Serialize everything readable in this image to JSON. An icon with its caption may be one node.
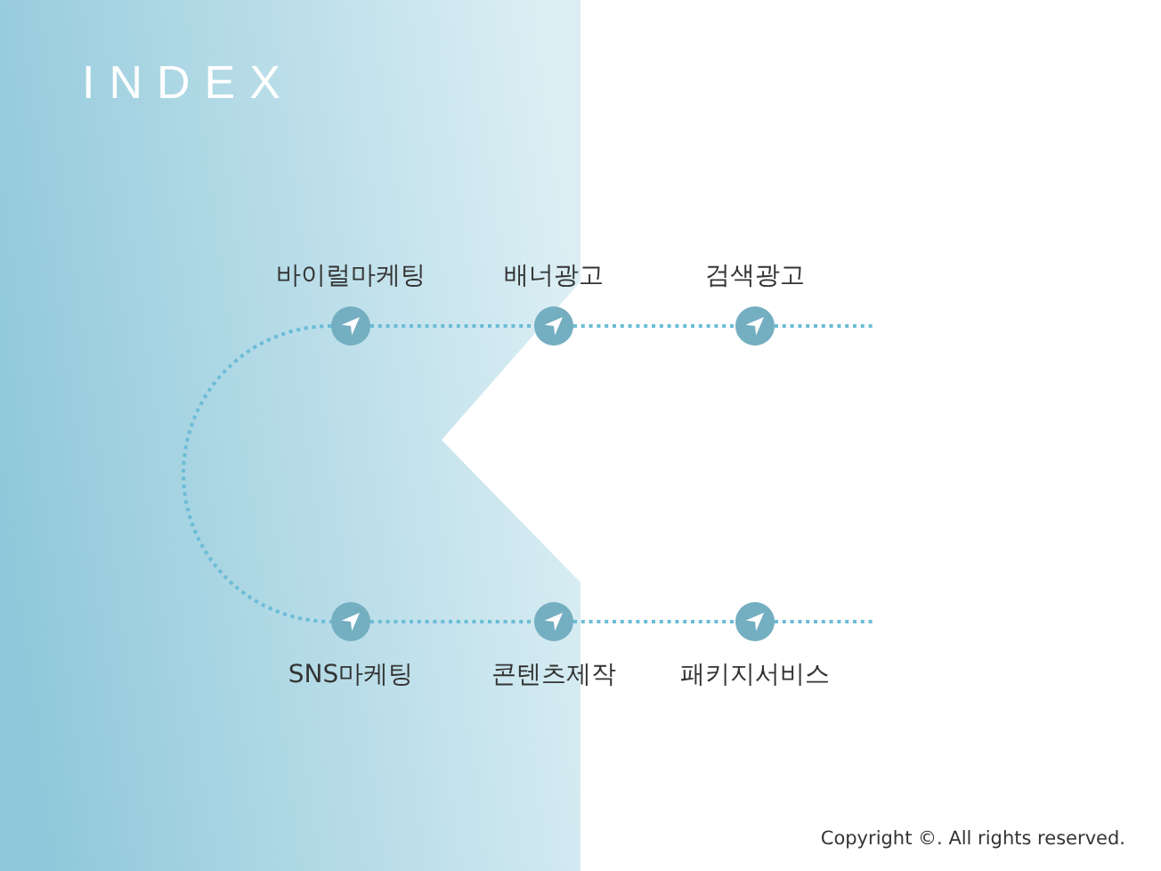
{
  "diagram": {
    "title": "INDEX",
    "nodes": [
      {
        "text": [
          "바이럴마케팅"
        ]
      },
      {
        "text": [
          "배너광고"
        ]
      },
      {
        "text": [
          "검색광고"
        ]
      },
      {
        "text": [
          "SNS마케팅"
        ]
      },
      {
        "text": [
          "콘텐츠제작"
        ]
      },
      {
        "text": [
          "패키지서비스"
        ]
      }
    ],
    "edges": [
      {
        "from": 0,
        "to": 1,
        "arrow": "none"
      },
      {
        "from": 1,
        "to": 2,
        "arrow": "none"
      },
      {
        "from": 2,
        "to": null,
        "arrow": "none"
      },
      {
        "from": 0,
        "to": 3,
        "arrow": "none"
      },
      {
        "from": 3,
        "to": 4,
        "arrow": "none"
      },
      {
        "from": 4,
        "to": 5,
        "arrow": "none"
      },
      {
        "from": 5,
        "to": null,
        "arrow": "none"
      }
    ],
    "labels": [
      "Copyright ©. All rights reserved."
    ]
  }
}
